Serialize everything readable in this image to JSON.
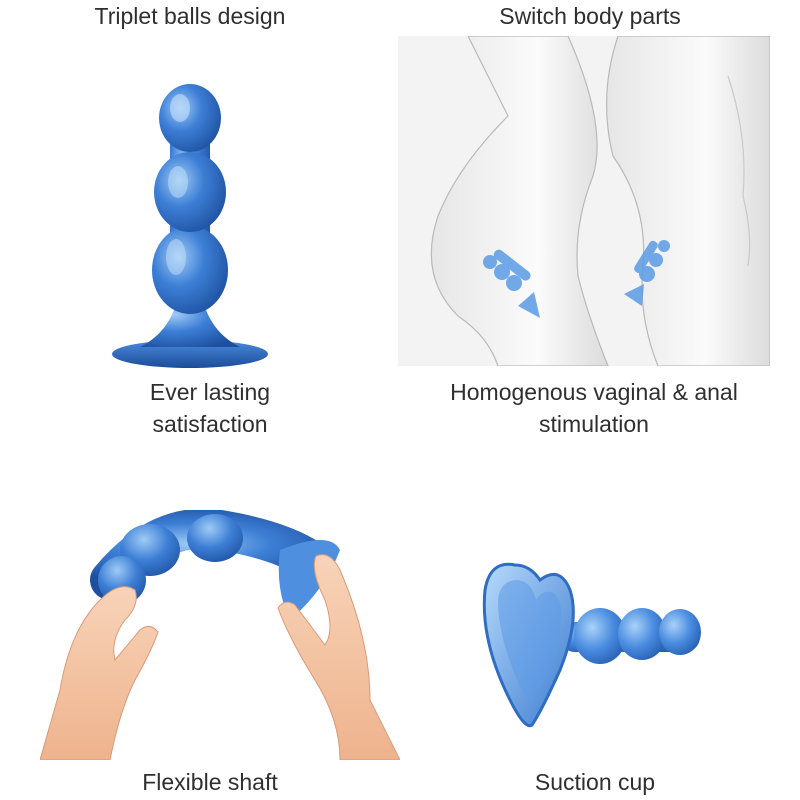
{
  "panels": {
    "top_left": {
      "title": "Triplet balls design",
      "caption_line1": "Ever lasting",
      "caption_line2": "satisfaction"
    },
    "top_right": {
      "title": "Switch body parts",
      "caption_line1": "Homogenous vaginal & anal",
      "caption_line2": "stimulation"
    },
    "bottom_left": {
      "caption": "Flexible shaft"
    },
    "bottom_right": {
      "caption": "Suction cup"
    }
  },
  "colors": {
    "product_blue": "#3d7fd6",
    "product_dark": "#1f56a8",
    "product_light": "#8fc0f2",
    "skin": "#f6c8a8",
    "illustration_bg": "#f3f3f3"
  },
  "icons": [
    "product-image",
    "body-illustration",
    "hands-image",
    "suction-cup-image"
  ]
}
